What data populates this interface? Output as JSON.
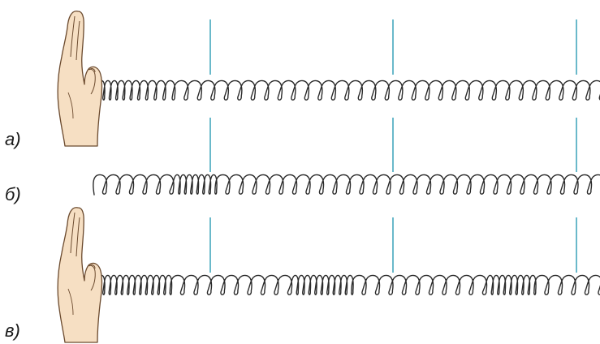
{
  "labels": {
    "a": "а)",
    "b": "б)",
    "c": "в)"
  },
  "colors": {
    "coil": "#2b2b2b",
    "marker": "#2a9bb3",
    "skin": "#f6dfc3",
    "skin_outline": "#6b4a2e",
    "background": "#ffffff"
  },
  "rows": [
    {
      "id": "a",
      "hand": true,
      "compression": "left-end"
    },
    {
      "id": "b",
      "hand": false,
      "compression": "near-first-marker"
    },
    {
      "id": "c",
      "hand": true,
      "compression": "periodic"
    }
  ],
  "icons": [
    "hand-icon",
    "spring-coil-icon",
    "reference-marker-icon"
  ]
}
